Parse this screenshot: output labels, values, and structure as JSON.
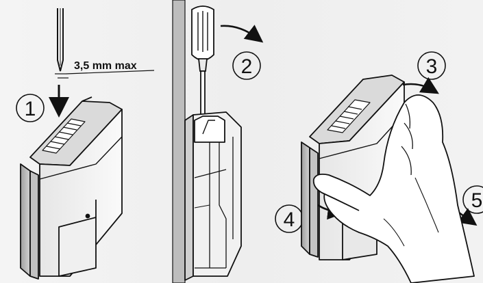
{
  "dimension_label": "3,5 mm max",
  "steps": [
    {
      "number": "1"
    },
    {
      "number": "2"
    },
    {
      "number": "3"
    },
    {
      "number": "4"
    },
    {
      "number": "5"
    }
  ],
  "colors": {
    "line": "#111111",
    "device_front": "#f5f5f5",
    "device_side": "#cfcfcf",
    "device_shadow": "#9a9a9a",
    "wall": "#b8b8b8",
    "hand_fill": "#ffffff"
  }
}
